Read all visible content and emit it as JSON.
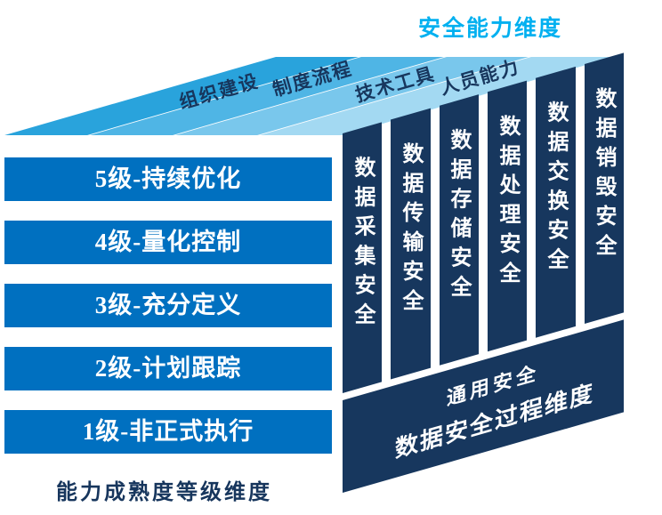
{
  "capability_dimension": {
    "title": "安全能力维度",
    "items": [
      "组织建设",
      "制度流程",
      "技术工具",
      "人员能力"
    ]
  },
  "maturity_dimension": {
    "title": "能力成熟度等级维度",
    "levels": [
      "5级-持续优化",
      "4级-量化控制",
      "3级-充分定义",
      "2级-计划跟踪",
      "1级-非正式执行"
    ]
  },
  "process_dimension": {
    "title": "数据安全过程维度",
    "general_security": "通用安全",
    "processes": [
      "数据采集安全",
      "数据传输安全",
      "数据存储安全",
      "数据处理安全",
      "数据交换安全",
      "数据销毁安全"
    ]
  },
  "colors": {
    "cyan": "#00B0F0",
    "bar_blue": "#0070C0",
    "navy": "#17375E",
    "label_navy": "#17365D",
    "stripe1": "#29A3DC",
    "stripe2": "#4FB5E5",
    "stripe3": "#79C7EC",
    "stripe4": "#A3D9F2"
  }
}
